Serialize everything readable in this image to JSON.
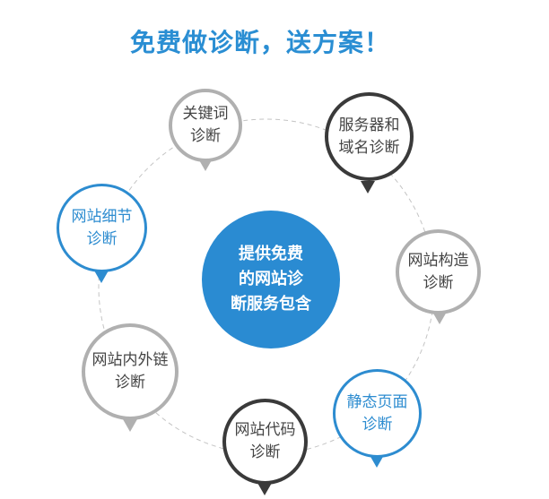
{
  "title": "免费做诊断，送方案！",
  "center": {
    "lines": [
      "提供免费",
      "的网站诊",
      "断服务包含"
    ]
  },
  "items": [
    {
      "lines": [
        "关键词",
        "诊断"
      ],
      "style": "gray"
    },
    {
      "lines": [
        "服务器和",
        "域名诊断"
      ],
      "style": "dark"
    },
    {
      "lines": [
        "网站细节",
        "诊断"
      ],
      "style": "blue"
    },
    {
      "lines": [
        "网站构造",
        "诊断"
      ],
      "style": "gray"
    },
    {
      "lines": [
        "网站内外链",
        "诊断"
      ],
      "style": "gray"
    },
    {
      "lines": [
        "静态页面",
        "诊断"
      ],
      "style": "blue"
    },
    {
      "lines": [
        "网站代码",
        "诊断"
      ],
      "style": "dark"
    }
  ],
  "colors": {
    "accent": "#2a8ed3",
    "dark": "#3a3a3a",
    "gray": "#b0b0b0"
  }
}
